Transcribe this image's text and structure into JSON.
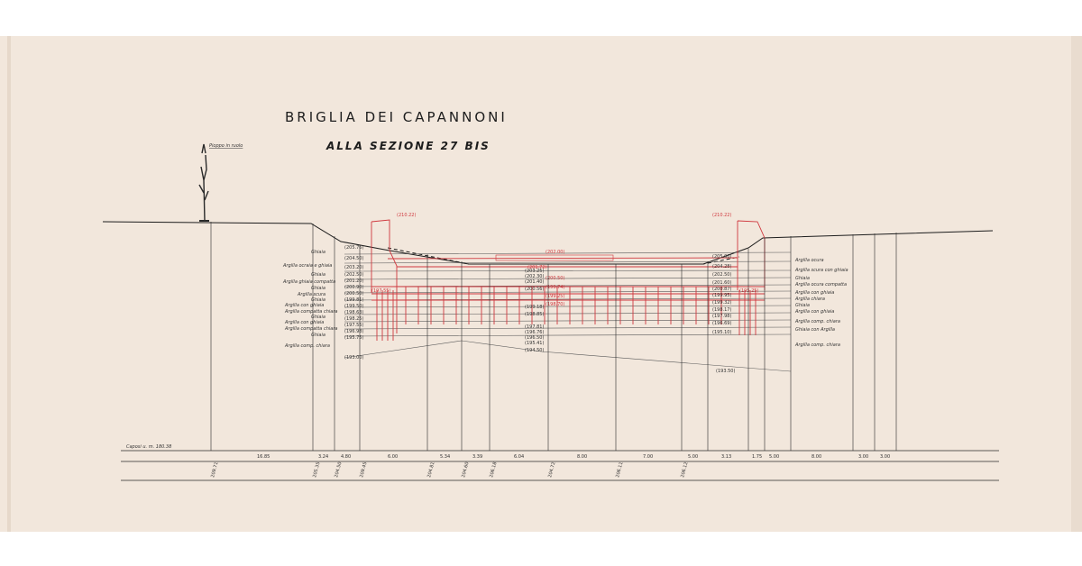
{
  "drawing": {
    "title": "BRIGLIA DEI CAPANNONI",
    "subtitle": "ALLA SEZIONE 27 BIS",
    "tree_label": "Pioppo in ruolo",
    "datum_label": "Caposi u. m. 180.38",
    "crest_left_label": "(210.22)",
    "crest_right_label": "(210.22)",
    "red_level_labels": [
      "(202.00)",
      "(201.72)",
      "(200.50)",
      "(199.74)",
      "(199.25)",
      "(198.70)",
      "(197.55)",
      "(195.25)"
    ],
    "left_strata": [
      "Ghiaia",
      "Argilla ocraia e ghiaia",
      "Ghiaia",
      "Argilla ghiaia compatta",
      "Ghiaia",
      "Argilla scura",
      "Ghiaia",
      "Argilla con ghiaia",
      "Argilla compatta chiara",
      "Ghiaia",
      "Argilla con ghiaia",
      "Argilla compatta chiara",
      "Ghiaia",
      "Argilla comp. chiara"
    ],
    "right_strata": [
      "Argilla ocura",
      "Argilla scura con ghiaia",
      "Ghiaia",
      "Argilla ocura compatta",
      "Argilla con ghiaia",
      "Argilla chiara",
      "Ghiaia",
      "Argilla con ghiaia",
      "Argilla comp. chiara",
      "Ghiaia con Argilla",
      "Argilla comp. chiara"
    ],
    "left_elevations": [
      "(205.76)",
      "(204.50)",
      "(203.20)",
      "(202.50)",
      "(201.20)",
      "(200.90)",
      "(200.50)",
      "(199.81)",
      "(199.50)",
      "(198.63)",
      "(198.25)",
      "(197.55)",
      "(196.98)",
      "(195.75)",
      "(193.00)"
    ],
    "right_elevations": [
      "(205.00)",
      "(204.28)",
      "(202.50)",
      "(201.60)",
      "(200.87)",
      "(199.95)",
      "(199.32)",
      "(198.17)",
      "(197.98)",
      "(196.69)",
      "(195.10)"
    ],
    "center_elevations": [
      "(203.25)",
      "(202.30)",
      "(201.40)",
      "(200.56)",
      "(199.18)",
      "(198.85)",
      "(197.81)",
      "(196.76)",
      "(196.50)",
      "(195.41)",
      "(194.50)",
      "(193.50)"
    ],
    "partial_distances": [
      "16.85",
      "3.24",
      "4.80",
      "6.00",
      "5.34",
      "3.39",
      "6.04",
      "8.00",
      "7.00",
      "5.00",
      "3.13",
      "1.75",
      "5.00",
      "8.00",
      "3.00",
      "3.00"
    ],
    "ground_elevations": [
      "209.71",
      "205.35",
      "204.50",
      "209.45",
      "204.81",
      "204.60",
      "206.18",
      "204.72",
      "206.11",
      "206.12"
    ]
  },
  "colors": {
    "paper": "#f2e7dc",
    "ink": "#1d1d1d",
    "red_ink": "#d0393f"
  }
}
